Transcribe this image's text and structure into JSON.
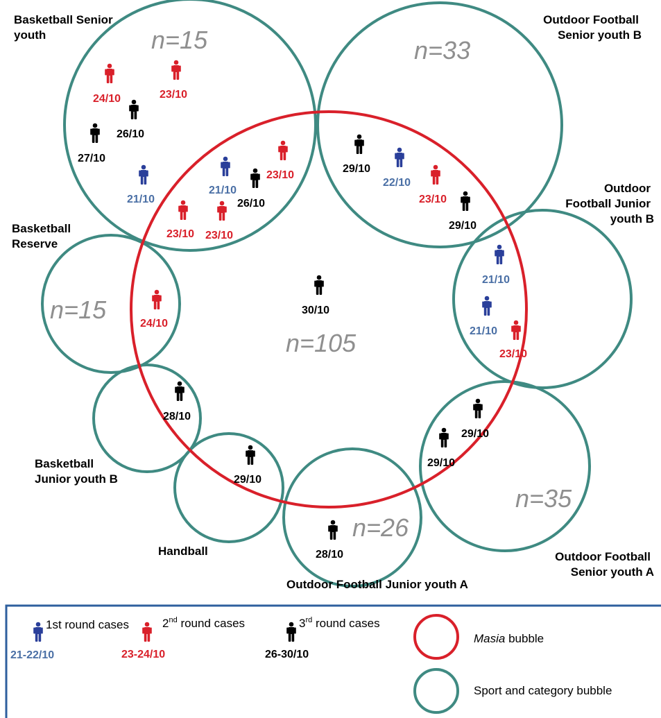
{
  "colors": {
    "teal": "#3f8a82",
    "red": "#d9202a",
    "blue": "#2a3f9a",
    "blue_text": "#4a6fa5",
    "black": "#000000",
    "n_label": "#8f8f8f",
    "legend_border": "#2e5f9e"
  },
  "bubbles": {
    "masia": {
      "n": "n=105"
    },
    "basketball_senior_youth": {
      "line1": "Basketball Senior",
      "line2": "youth",
      "n": "n=15"
    },
    "outdoor_football_senior_youth_b": {
      "line1": "Outdoor Football",
      "line2": "Senior youth B",
      "n": "n=33"
    },
    "outdoor_football_junior_youth_b": {
      "line1": "Outdoor",
      "line2": "Football Junior",
      "line3": "youth B"
    },
    "basketball_reserve": {
      "line1": "Basketball",
      "line2": "Reserve",
      "n": "n=15"
    },
    "basketball_junior_youth_b": {
      "line1": "Basketball",
      "line2": "Junior youth B"
    },
    "handball": {
      "line1": "Handball"
    },
    "outdoor_football_junior_youth_a": {
      "line1": "Outdoor Football Junior youth A",
      "n": "n=26"
    },
    "outdoor_football_senior_youth_a": {
      "line1": "Outdoor Football",
      "line2": "Senior youth A",
      "n": "n=35"
    }
  },
  "cases": [
    {
      "date": "24/10",
      "round": 2
    },
    {
      "date": "23/10",
      "round": 2
    },
    {
      "date": "26/10",
      "round": 3
    },
    {
      "date": "27/10",
      "round": 3
    },
    {
      "date": "21/10",
      "round": 1
    },
    {
      "date": "21/10",
      "round": 1
    },
    {
      "date": "23/10",
      "round": 2
    },
    {
      "date": "26/10",
      "round": 3
    },
    {
      "date": "23/10",
      "round": 2
    },
    {
      "date": "23/10",
      "round": 2
    },
    {
      "date": "29/10",
      "round": 3
    },
    {
      "date": "22/10",
      "round": 1
    },
    {
      "date": "23/10",
      "round": 2
    },
    {
      "date": "29/10",
      "round": 3
    },
    {
      "date": "21/10",
      "round": 1
    },
    {
      "date": "21/10",
      "round": 1
    },
    {
      "date": "23/10",
      "round": 2
    },
    {
      "date": "24/10",
      "round": 2
    },
    {
      "date": "30/10",
      "round": 3
    },
    {
      "date": "28/10",
      "round": 3
    },
    {
      "date": "29/10",
      "round": 3
    },
    {
      "date": "29/10",
      "round": 3
    },
    {
      "date": "29/10",
      "round": 3
    },
    {
      "date": "28/10",
      "round": 3
    }
  ],
  "legend": {
    "round1_label": "1st round cases",
    "round1_dates": "21-22/10",
    "round2_prefix": "2",
    "round2_sup": "nd",
    "round2_suffix": " round cases",
    "round2_dates": "23-24/10",
    "round3_prefix": "3",
    "round3_sup": "rd",
    "round3_suffix": " round cases",
    "round3_dates": "26-30/10",
    "masia_italic": "Masia",
    "masia_suffix": " bubble",
    "sport_label": "Sport and category bubble"
  }
}
